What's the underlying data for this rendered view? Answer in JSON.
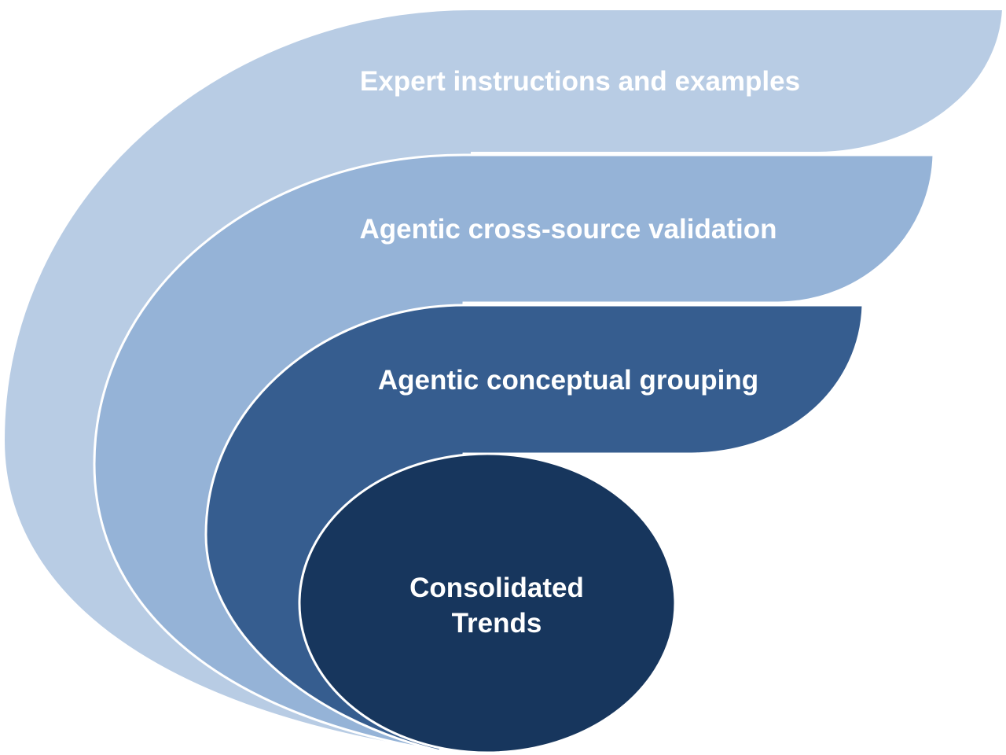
{
  "layers": [
    {
      "label": "Expert instructions and examples",
      "color": "#B8CCE4"
    },
    {
      "label": "Agentic cross-source validation",
      "color": "#95B3D7"
    },
    {
      "label": "Agentic conceptual grouping",
      "color": "#365D8F"
    }
  ],
  "core": {
    "line1": "Consolidated",
    "line2": "Trends",
    "color": "#17365D"
  }
}
